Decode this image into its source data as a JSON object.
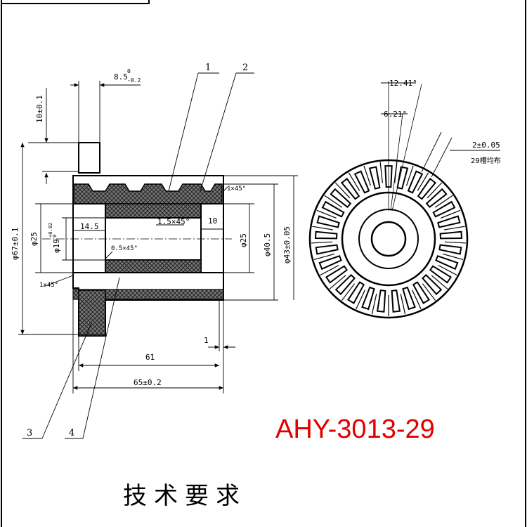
{
  "drawing": {
    "model_number": "AHY-3013-29",
    "model_color": "#e00000",
    "technical_requirements": "技术要求",
    "part_labels": [
      "1",
      "2",
      "3",
      "4"
    ],
    "dimensions": {
      "flange_thickness": "10±0.1",
      "tab_width": "8.5",
      "tab_width_upper_tol": "0",
      "tab_width_lower_tol": "-0.2",
      "outer_diameter_flange": "φ67±0.1",
      "bore_left": "φ25",
      "bore_mid": "φ19",
      "bore_mid_tol_upper": "+0.02",
      "bore_mid_tol_lower": "0",
      "counterbore_depth_left": "14.5",
      "chamfer_inner": "1.5×45°",
      "chamfer_small": "0.5×45°",
      "chamfer_edge_left": "1×45°",
      "chamfer_edge_right": "1×45°",
      "counterbore_depth_right": "10",
      "bore_right": "φ25",
      "core_diameter": "φ40.5",
      "outer_diameter": "φ43±0.05",
      "end_offset": "1",
      "length_inner": "61",
      "length_total": "65±0.2",
      "angle_slot": "12.41°",
      "angle_tooth": "6.21°",
      "slot_width": "2±0.05",
      "slot_count": "29槽均布"
    }
  }
}
